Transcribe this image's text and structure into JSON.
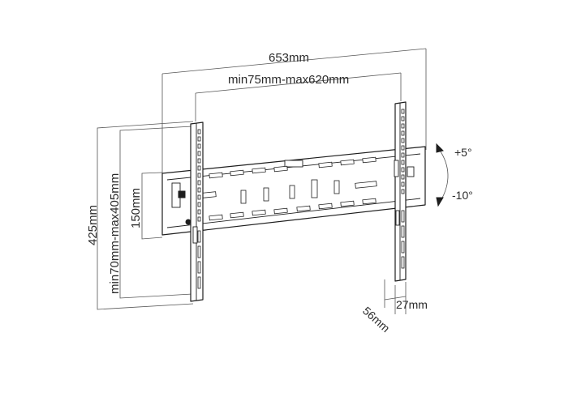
{
  "dimensions": {
    "overall_width": "653mm",
    "vesa_horizontal": "min75mm-max620mm",
    "overall_height": "425mm",
    "vesa_vertical": "min70mm-max405mm",
    "plate_height": "150mm",
    "depth_profile": "56mm",
    "wall_gap": "27mm"
  },
  "tilt": {
    "up": "+5°",
    "down": "-10°"
  }
}
